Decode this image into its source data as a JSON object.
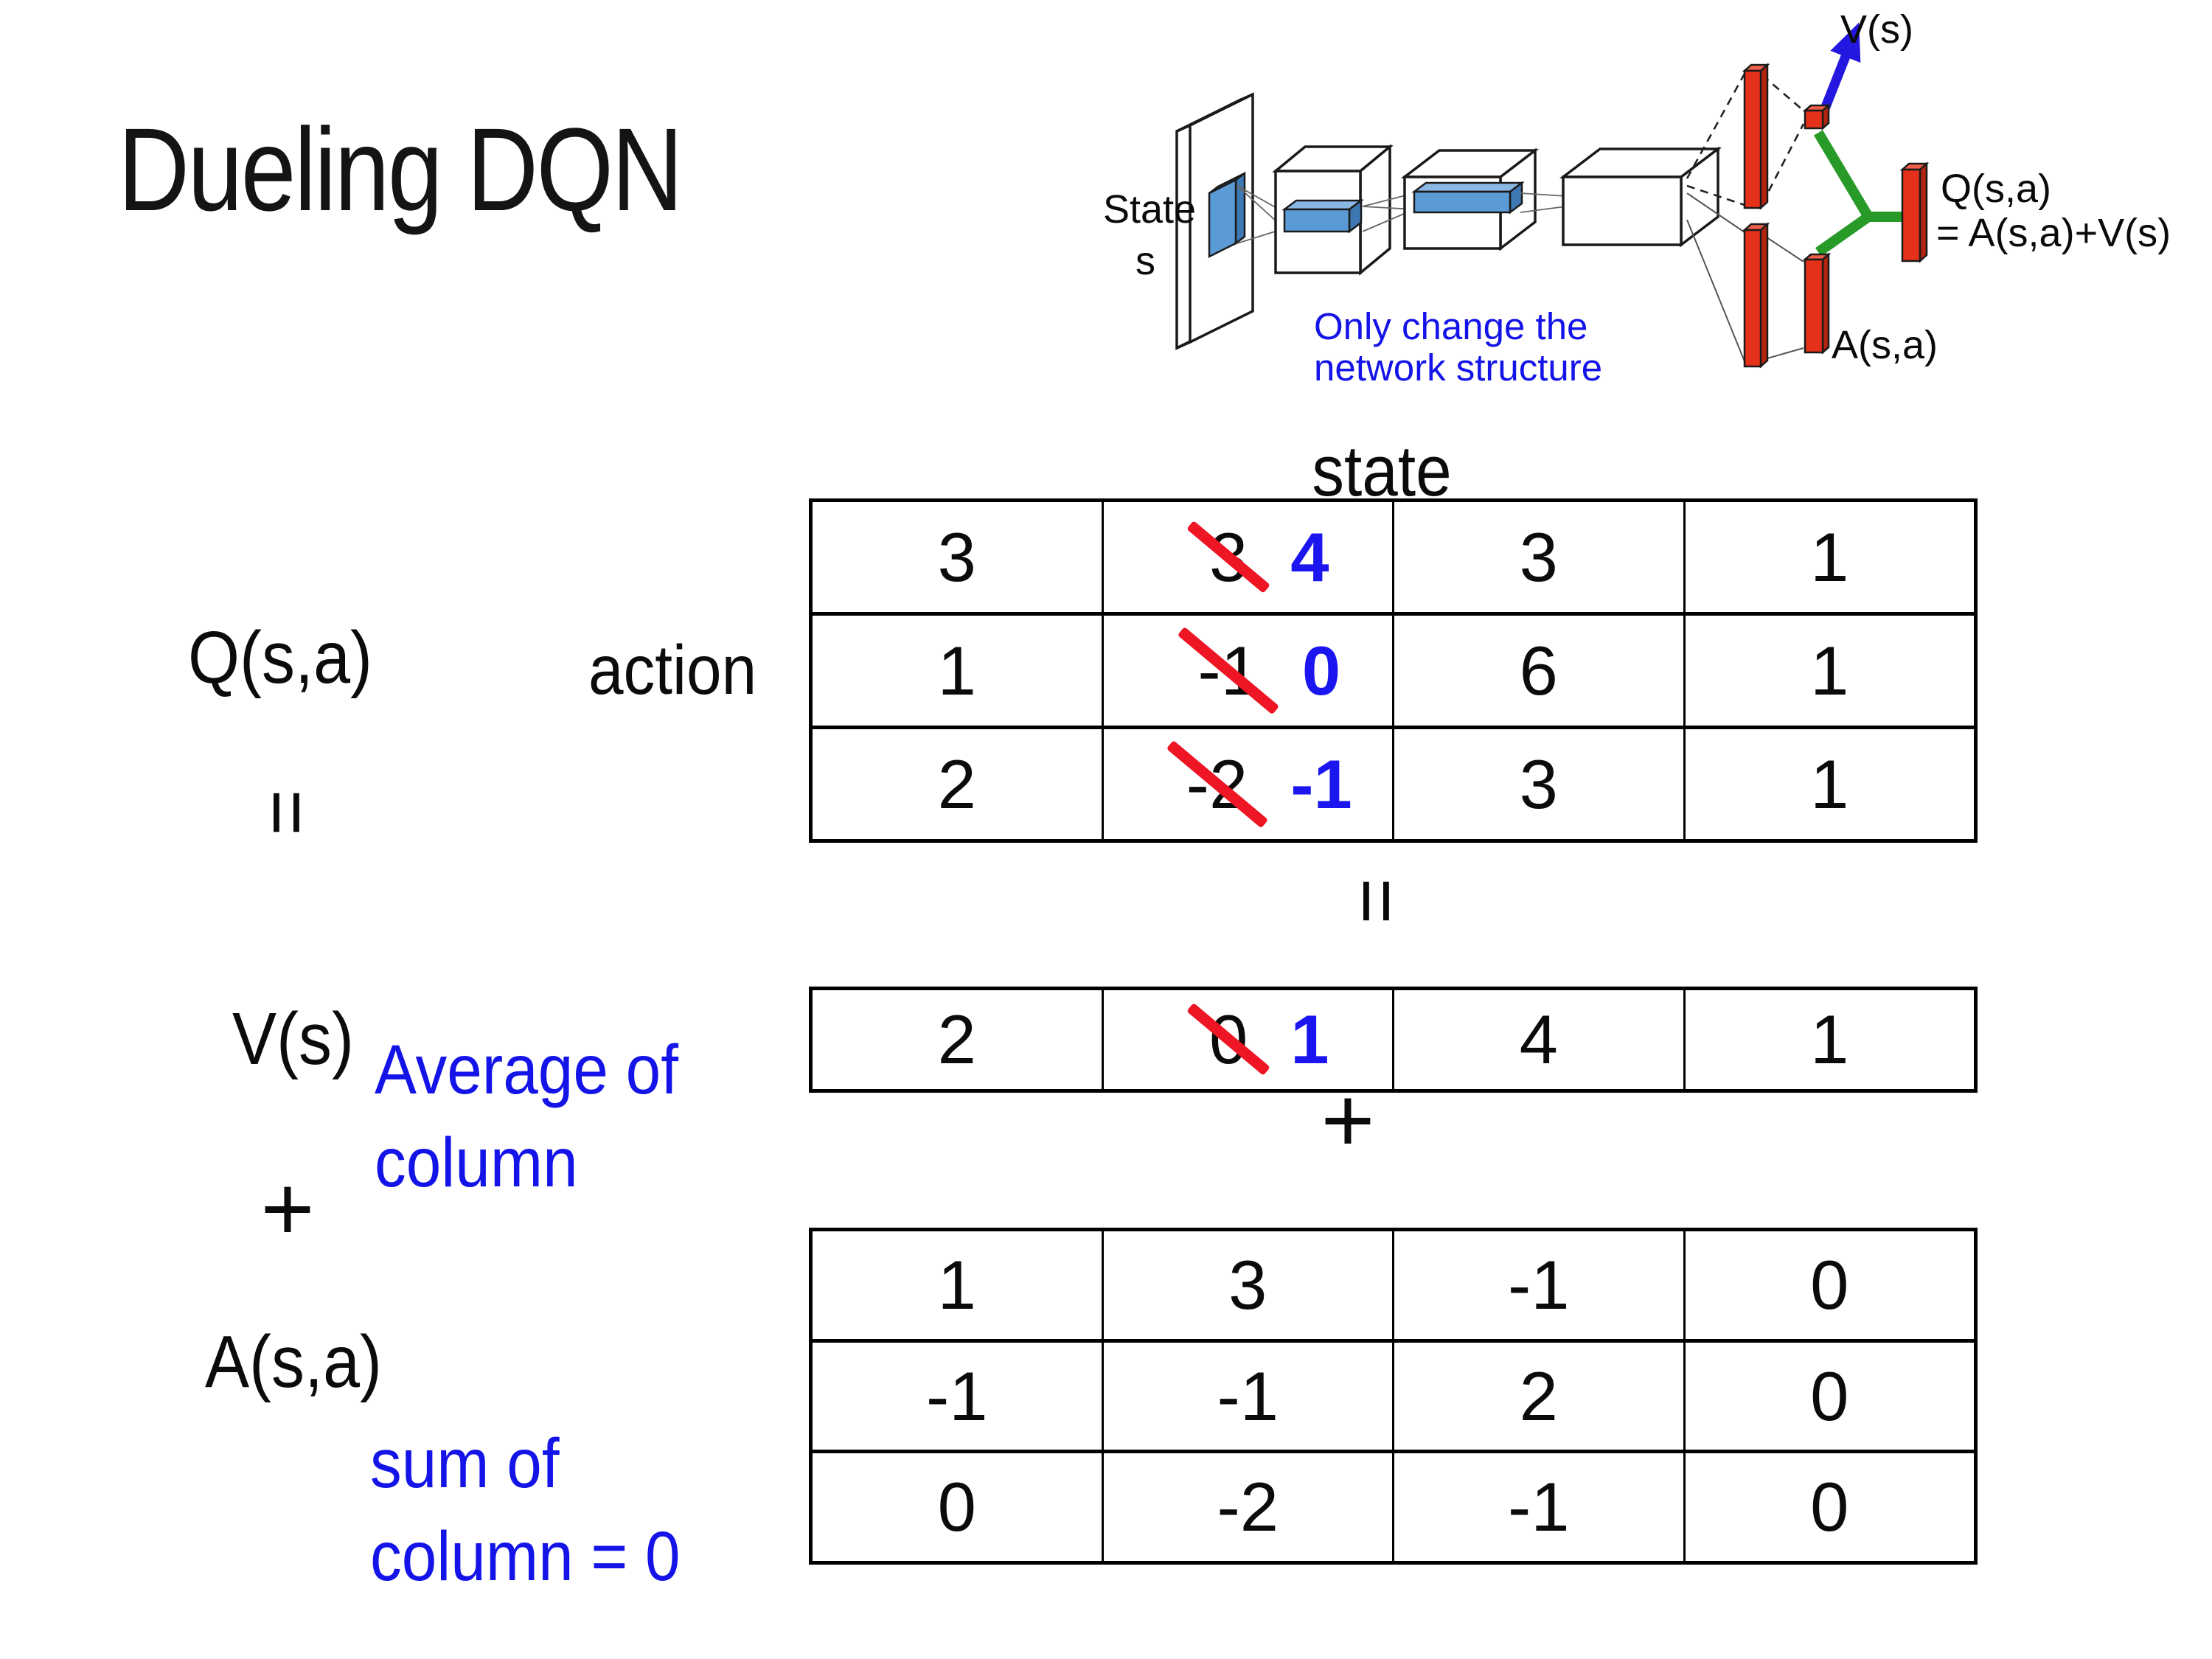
{
  "slide": {
    "title": "Dueling DQN"
  },
  "colors": {
    "annotation_blue": "#1414e8",
    "highlight_blue": "#1b15ef",
    "strike_red": "#ee1525",
    "bar_red": "#e53119",
    "link_green": "#289a28",
    "arrow_blue": "#2417e0",
    "conv_blue": "#5b9bd5"
  },
  "diagram": {
    "state_line1": "State",
    "state_line2": "s",
    "note_line1": "Only change the",
    "note_line2": "network structure",
    "v_out_label": "V(s)",
    "q_out_line1": "Q(s,a)",
    "q_out_line2": "= A(s,a)+V(s)",
    "a_out_label": "A(s,a)"
  },
  "equation": {
    "q_label": "Q(s,a)",
    "action_label": "action",
    "state_header": "state",
    "equals_left": "=",
    "equals_center": "=",
    "plus_left": "+",
    "plus_center": "+",
    "v_label": "V(s)",
    "avg_note_line1": "Average of",
    "avg_note_line2": "column",
    "a_label": "A(s,a)",
    "sum_note_line1": "sum of",
    "sum_note_line2": "column = 0"
  },
  "q_table": {
    "rows": [
      [
        {
          "value": "3"
        },
        {
          "old": "3",
          "new": "4"
        },
        {
          "value": "3"
        },
        {
          "value": "1"
        }
      ],
      [
        {
          "value": "1"
        },
        {
          "old": "-1",
          "new": "0"
        },
        {
          "value": "6"
        },
        {
          "value": "1"
        }
      ],
      [
        {
          "value": "2"
        },
        {
          "old": "-2",
          "new": "-1"
        },
        {
          "value": "3"
        },
        {
          "value": "1"
        }
      ]
    ]
  },
  "v_table": {
    "rows": [
      [
        {
          "value": "2"
        },
        {
          "old": "0",
          "new": "1"
        },
        {
          "value": "4"
        },
        {
          "value": "1"
        }
      ]
    ]
  },
  "a_table": {
    "rows": [
      [
        {
          "value": "1"
        },
        {
          "value": "3"
        },
        {
          "value": "-1"
        },
        {
          "value": "0"
        }
      ],
      [
        {
          "value": "-1"
        },
        {
          "value": "-1"
        },
        {
          "value": "2"
        },
        {
          "value": "0"
        }
      ],
      [
        {
          "value": "0"
        },
        {
          "value": "-2"
        },
        {
          "value": "-1"
        },
        {
          "value": "0"
        }
      ]
    ]
  }
}
